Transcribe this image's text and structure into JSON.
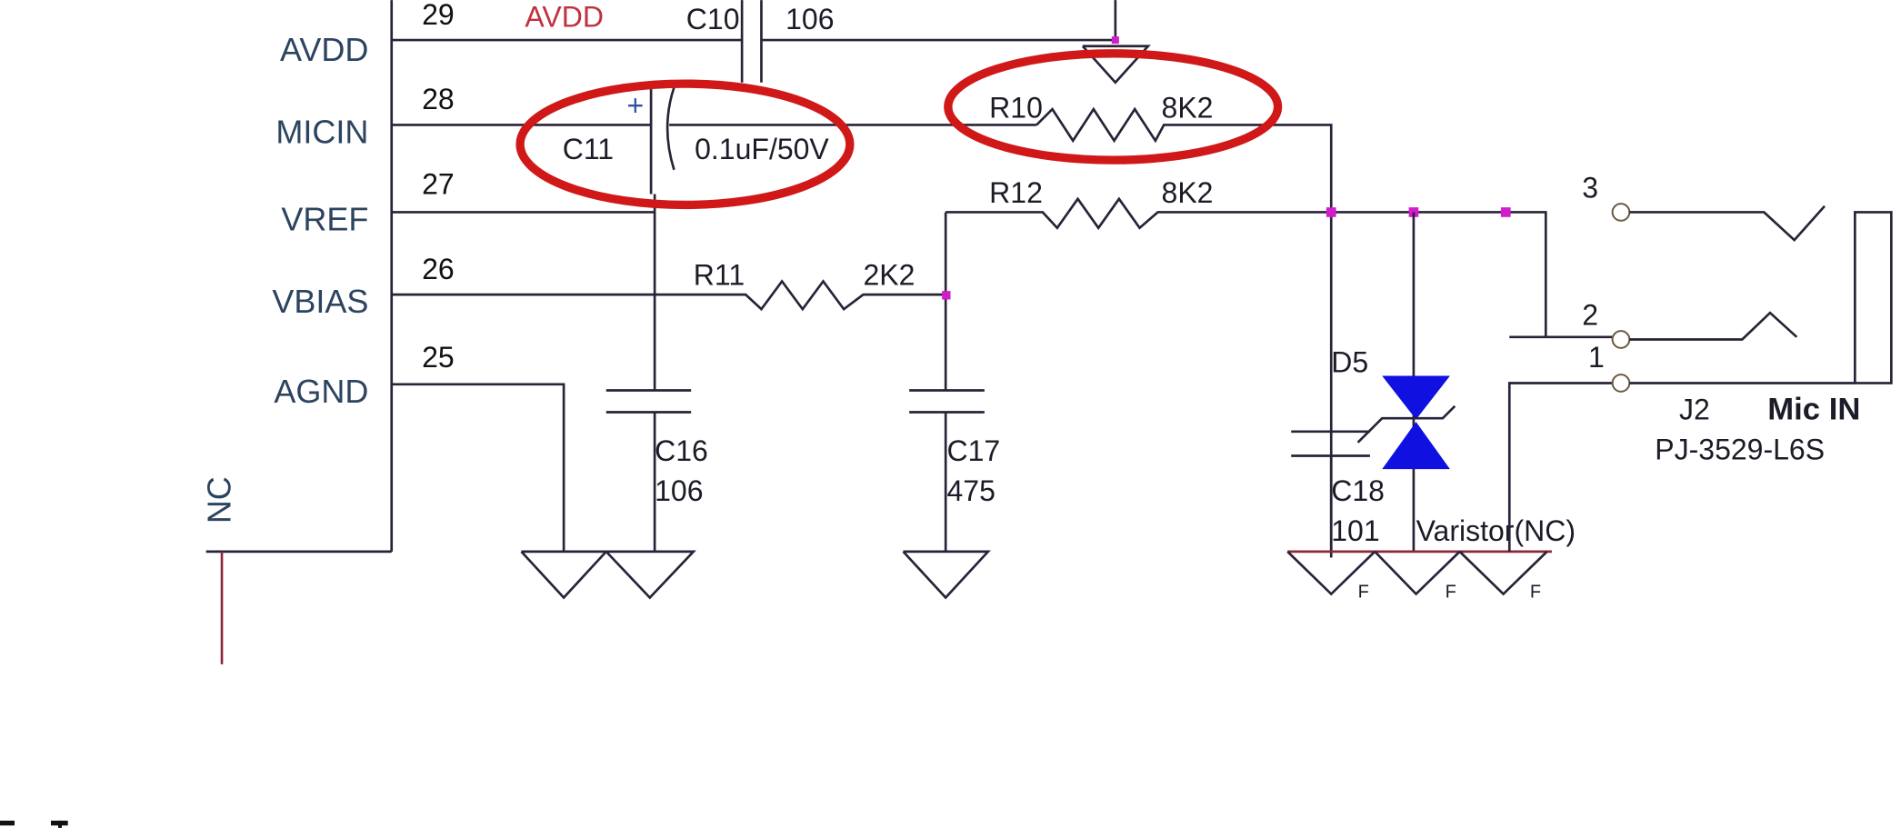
{
  "ic_pins": [
    {
      "number": "29",
      "name": "AVDD"
    },
    {
      "number": "28",
      "name": "MICIN"
    },
    {
      "number": "27",
      "name": "VREF"
    },
    {
      "number": "26",
      "name": "VBIAS"
    },
    {
      "number": "25",
      "name": "AGND"
    }
  ],
  "nc_label": "NC",
  "net_label": "AVDD",
  "components": {
    "c10": {
      "ref": "C10",
      "value": "106"
    },
    "c11": {
      "ref": "C11",
      "value": "0.1uF/50V",
      "polarity": "+"
    },
    "r10": {
      "ref": "R10",
      "value": "8K2"
    },
    "r12": {
      "ref": "R12",
      "value": "8K2"
    },
    "r11": {
      "ref": "R11",
      "value": "2K2"
    },
    "c16": {
      "ref": "C16",
      "value": "106"
    },
    "c17": {
      "ref": "C17",
      "value": "475"
    },
    "c18": {
      "ref": "C18",
      "value": "101"
    },
    "d5": {
      "ref": "D5",
      "value": "Varistor(NC)"
    },
    "j2": {
      "ref": "J2",
      "title": "Mic IN",
      "part": "PJ-3529-L6S",
      "pins": [
        "3",
        "2",
        "1"
      ]
    }
  },
  "ground_labels": [
    "F",
    "F",
    "F"
  ],
  "colors": {
    "highlight": "#d01818",
    "junction": "#d21ccc",
    "varistor": "#1010e0"
  }
}
